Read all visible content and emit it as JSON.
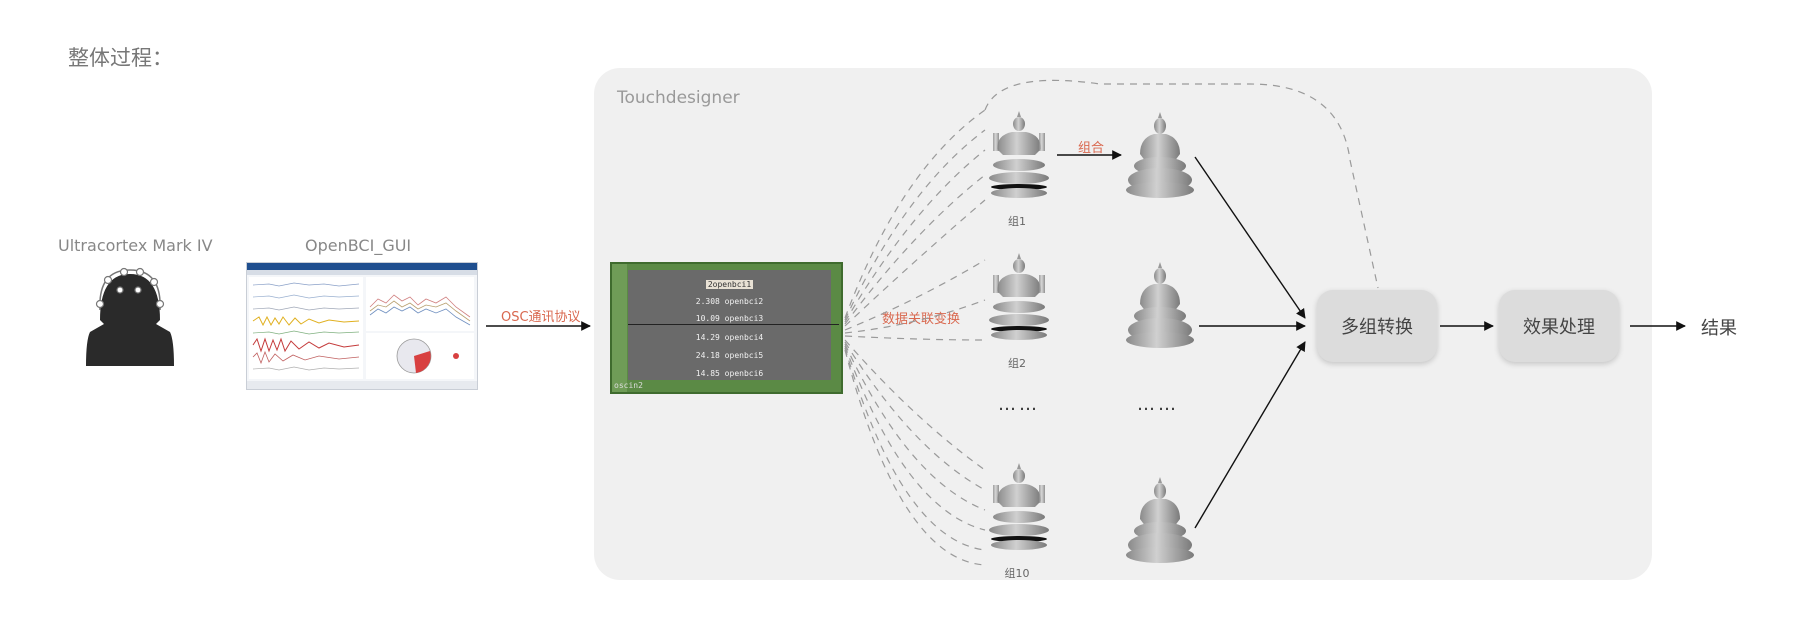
{
  "title": "整体过程：",
  "hardware": {
    "label": "Ultracortex Mark IV"
  },
  "software": {
    "label": "OpenBCI_GUI"
  },
  "protocol": {
    "label": "OSC通讯协议"
  },
  "touchdesigner": {
    "title": "Touchdesigner",
    "operator_rows": [
      "2openbci1",
      "2.308 openbci2",
      "10.09 openbci3",
      "14.29 openbci4",
      "24.18 openbci5",
      "14.85 openbci6"
    ],
    "operator_name": "oscin2"
  },
  "mapping": {
    "label": "数据关联变换"
  },
  "combine": {
    "label": "组合"
  },
  "groups": [
    "组1",
    "组2",
    "组10"
  ],
  "ellipsis": "……",
  "nodes": {
    "multi_convert": "多组转换",
    "effect": "效果处理"
  },
  "result": "结果",
  "colors": {
    "accent_red": "#d9684f",
    "panel_bg": "#f0f0f0",
    "node_bg": "#dcdcdc",
    "operator_green": "#5b8a45"
  },
  "icons": [
    "head-icon",
    "statue-icon"
  ]
}
